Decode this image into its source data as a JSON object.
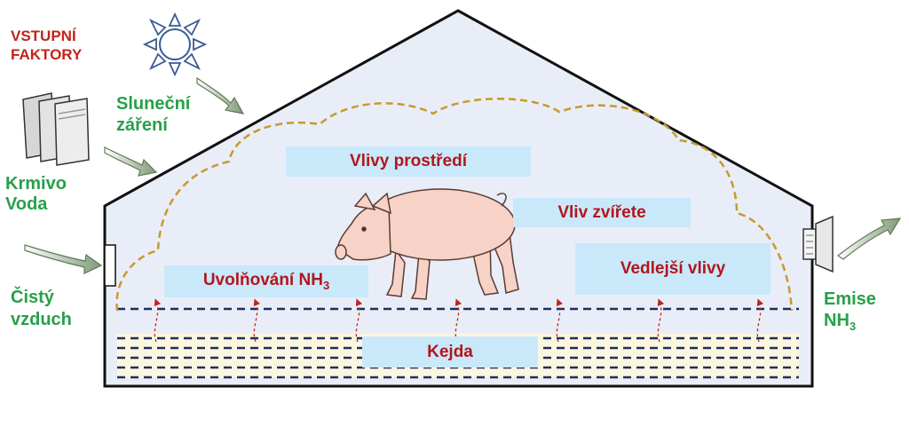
{
  "inputs_heading": {
    "line1": "VSTUPNÍ",
    "line2": "FAKTORY"
  },
  "inputs": {
    "sun": {
      "line1": "Sluneční",
      "line2": "záření"
    },
    "feed": {
      "line1": "Krmivo",
      "line2": "Voda"
    },
    "air": {
      "line1": "Čistý",
      "line2": "vzduch"
    }
  },
  "output": {
    "line1": "Emise",
    "line2_main": "NH",
    "line2_sub": "3"
  },
  "boxes": {
    "environment": "Vlivy prostředí",
    "animal": "Vliv zvířete",
    "side": "Vedlejší vlivy",
    "release_main": "Uvolňování NH",
    "release_sub": "3",
    "slurry": "Kejda"
  },
  "colors": {
    "green_text": "#27a04a",
    "red_text": "#c0241c",
    "box_fill": "#c9e9fb",
    "barn_fill": "#e9edf8",
    "slurry_fill": "#fbf6e0",
    "cloud": "#c79a2a"
  }
}
